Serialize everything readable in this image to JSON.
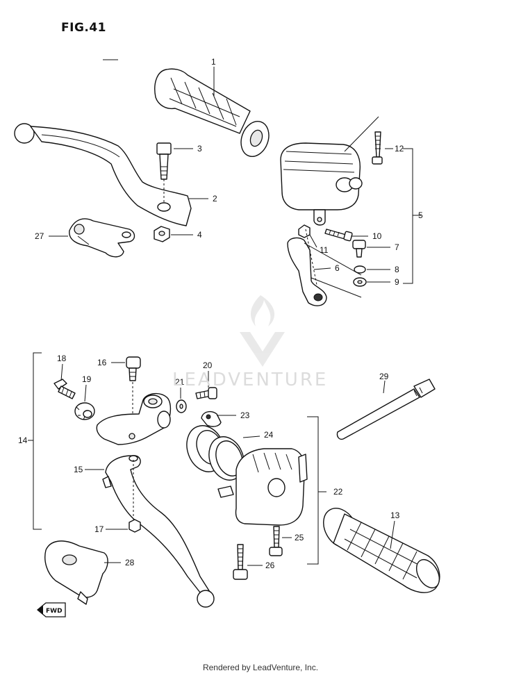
{
  "figure_title": "FIG.41",
  "footer": "Rendered by LeadVenture, Inc.",
  "watermark_text": "LEADVENTURE",
  "fwd_badge": "FWD",
  "callouts": [
    "1",
    "2",
    "3",
    "4",
    "5",
    "6",
    "7",
    "8",
    "9",
    "10",
    "11",
    "12",
    "13",
    "14",
    "15",
    "16",
    "17",
    "18",
    "19",
    "20",
    "21",
    "22",
    "23",
    "24",
    "25",
    "26",
    "27",
    "28",
    "29"
  ]
}
